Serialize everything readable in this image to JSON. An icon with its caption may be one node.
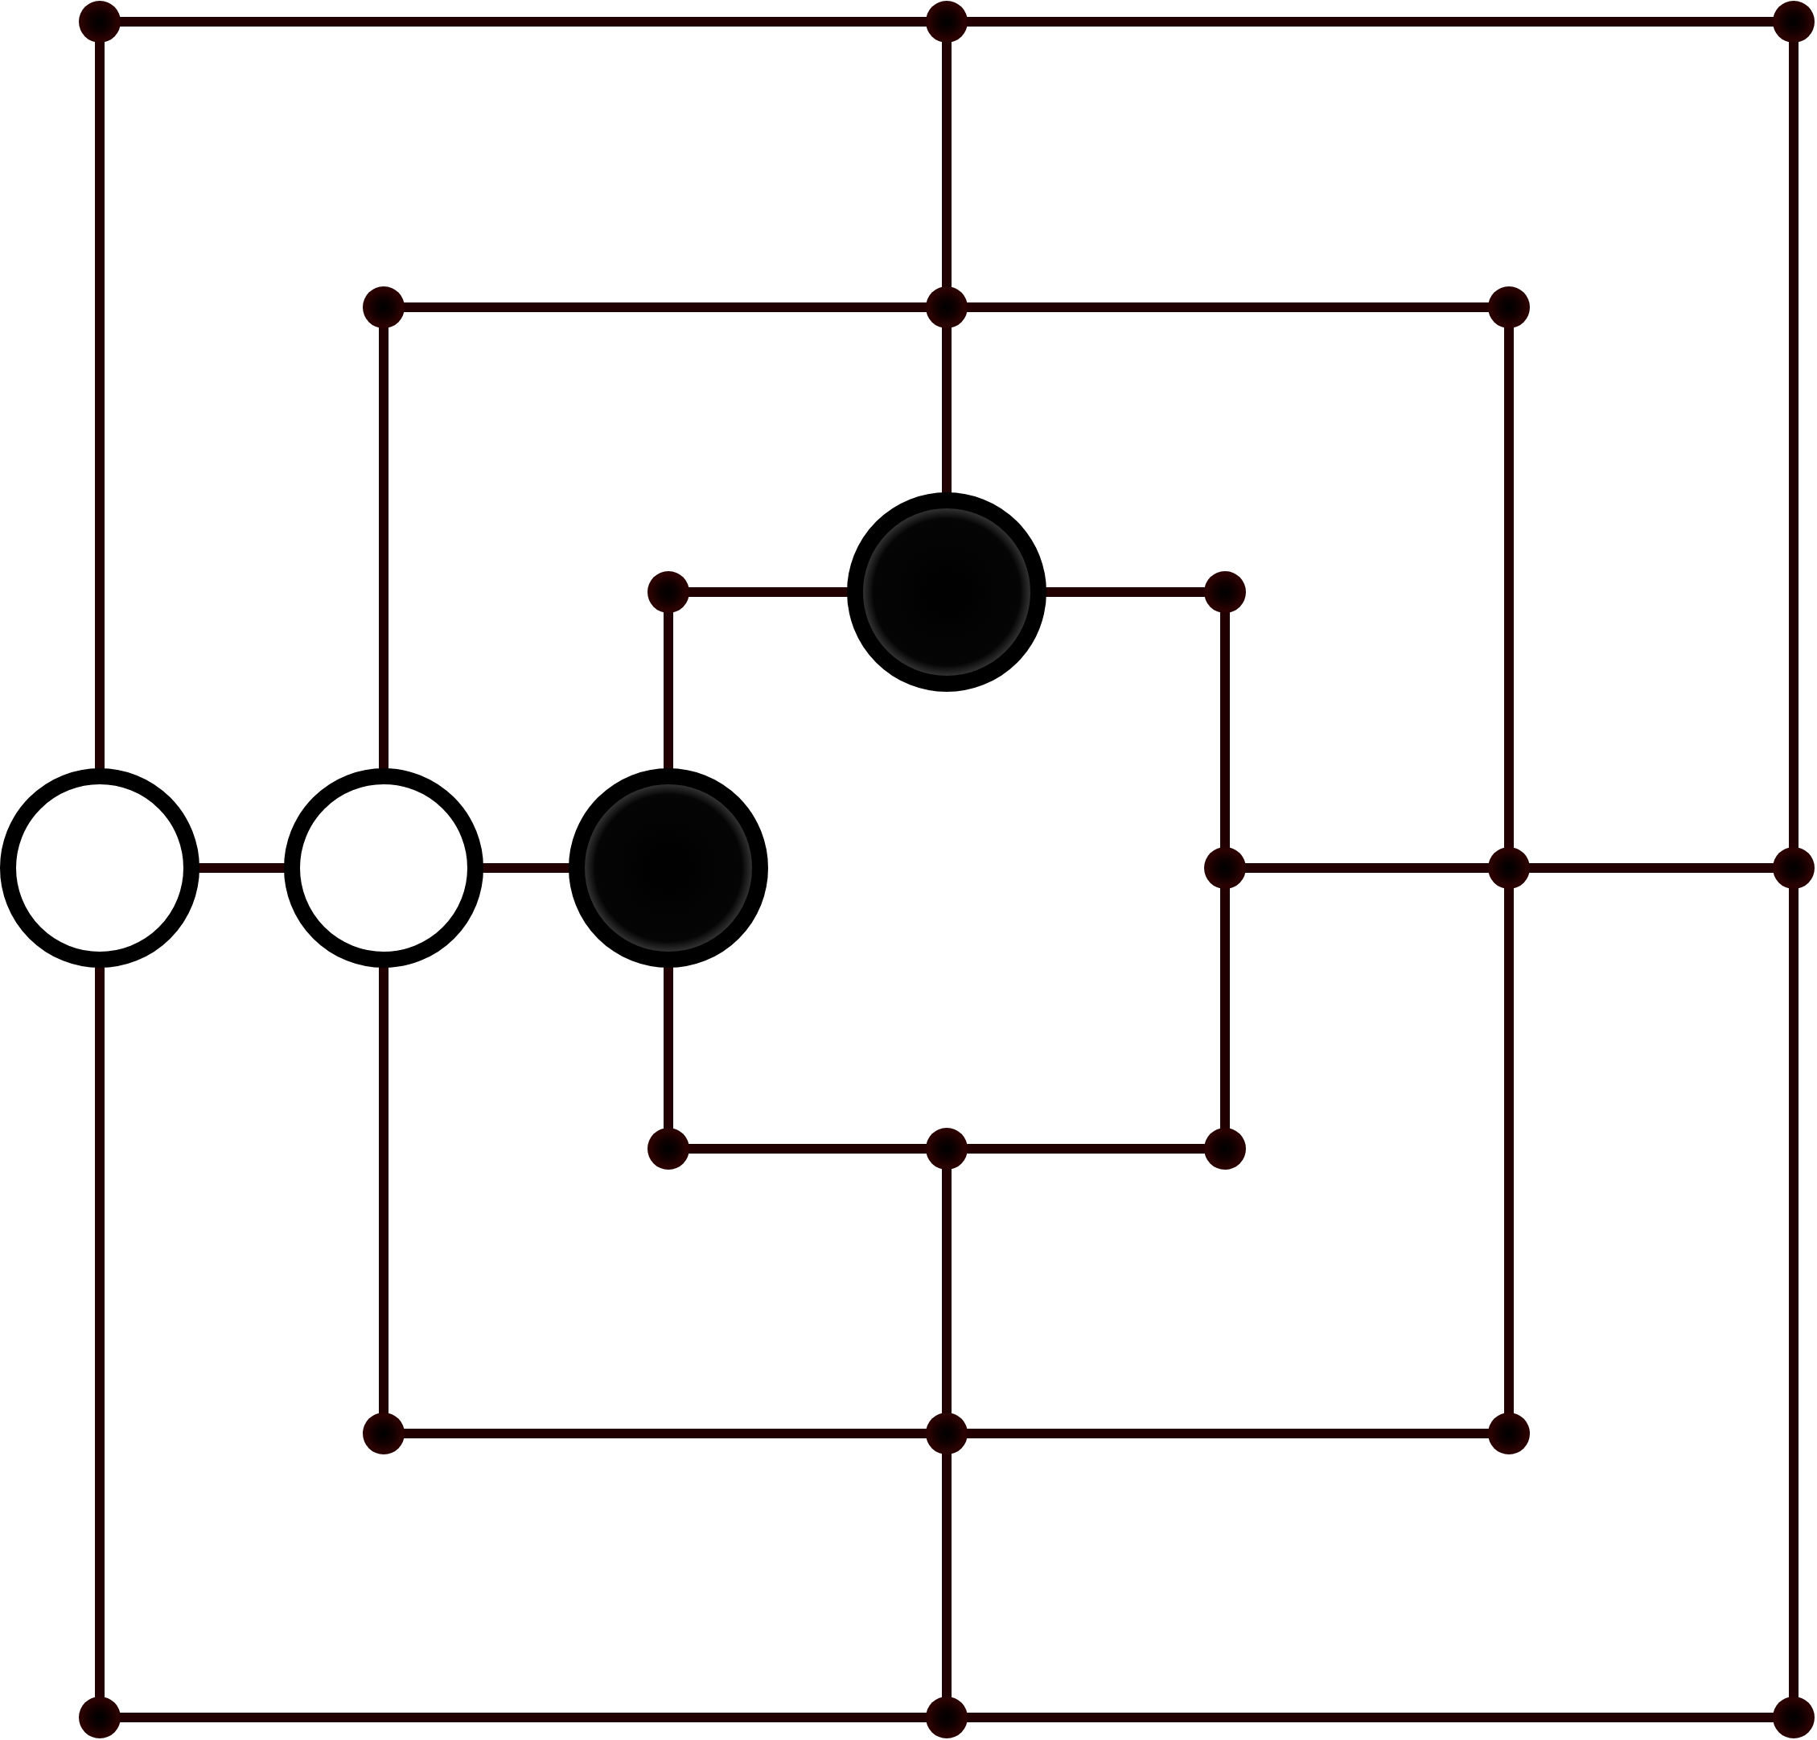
{
  "diagram": {
    "nodes": [
      {
        "text": [],
        "shape": "dot"
      },
      {
        "text": [],
        "shape": "dot"
      },
      {
        "text": [],
        "shape": "dot"
      },
      {
        "text": [],
        "shape": "dot"
      },
      {
        "text": [],
        "shape": "dot"
      },
      {
        "text": [],
        "shape": "dot"
      },
      {
        "text": [],
        "shape": "dot"
      },
      {
        "text": [],
        "shape": "circle"
      },
      {
        "text": [],
        "shape": "dot"
      },
      {
        "text": [],
        "shape": "circle"
      },
      {
        "text": [],
        "shape": "circle"
      },
      {
        "text": [],
        "shape": "circle"
      },
      {
        "text": [],
        "shape": "dot"
      },
      {
        "text": [],
        "shape": "dot"
      },
      {
        "text": [],
        "shape": "dot"
      },
      {
        "text": [],
        "shape": "dot"
      },
      {
        "text": [],
        "shape": "dot"
      },
      {
        "text": [],
        "shape": "dot"
      },
      {
        "text": [],
        "shape": "dot"
      },
      {
        "text": [],
        "shape": "dot"
      },
      {
        "text": [],
        "shape": "dot"
      },
      {
        "text": [],
        "shape": "dot"
      },
      {
        "text": [],
        "shape": "dot"
      },
      {
        "text": [],
        "shape": "dot"
      }
    ],
    "edges": [
      {
        "from": 0,
        "to": 1,
        "arrow": "none"
      },
      {
        "from": 1,
        "to": 2,
        "arrow": "none"
      },
      {
        "from": 3,
        "to": 4,
        "arrow": "none"
      },
      {
        "from": 4,
        "to": 5,
        "arrow": "none"
      },
      {
        "from": 6,
        "to": 7,
        "arrow": "none"
      },
      {
        "from": 7,
        "to": 8,
        "arrow": "none"
      },
      {
        "from": 9,
        "to": 10,
        "arrow": "none"
      },
      {
        "from": 10,
        "to": 11,
        "arrow": "none"
      },
      {
        "from": 12,
        "to": 13,
        "arrow": "none"
      },
      {
        "from": 13,
        "to": 14,
        "arrow": "none"
      },
      {
        "from": 15,
        "to": 16,
        "arrow": "none"
      },
      {
        "from": 16,
        "to": 17,
        "arrow": "none"
      },
      {
        "from": 18,
        "to": 19,
        "arrow": "none"
      },
      {
        "from": 19,
        "to": 20,
        "arrow": "none"
      },
      {
        "from": 21,
        "to": 22,
        "arrow": "none"
      },
      {
        "from": 22,
        "to": 23,
        "arrow": "none"
      },
      {
        "from": 0,
        "to": 9,
        "arrow": "none"
      },
      {
        "from": 9,
        "to": 21,
        "arrow": "none"
      },
      {
        "from": 3,
        "to": 10,
        "arrow": "none"
      },
      {
        "from": 10,
        "to": 18,
        "arrow": "none"
      },
      {
        "from": 6,
        "to": 11,
        "arrow": "none"
      },
      {
        "from": 11,
        "to": 15,
        "arrow": "none"
      },
      {
        "from": 1,
        "to": 4,
        "arrow": "none"
      },
      {
        "from": 4,
        "to": 7,
        "arrow": "none"
      },
      {
        "from": 16,
        "to": 19,
        "arrow": "none"
      },
      {
        "from": 19,
        "to": 22,
        "arrow": "none"
      },
      {
        "from": 8,
        "to": 12,
        "arrow": "none"
      },
      {
        "from": 12,
        "to": 17,
        "arrow": "none"
      },
      {
        "from": 5,
        "to": 13,
        "arrow": "none"
      },
      {
        "from": 13,
        "to": 20,
        "arrow": "none"
      },
      {
        "from": 2,
        "to": 14,
        "arrow": "none"
      },
      {
        "from": 14,
        "to": 23,
        "arrow": "none"
      }
    ]
  }
}
